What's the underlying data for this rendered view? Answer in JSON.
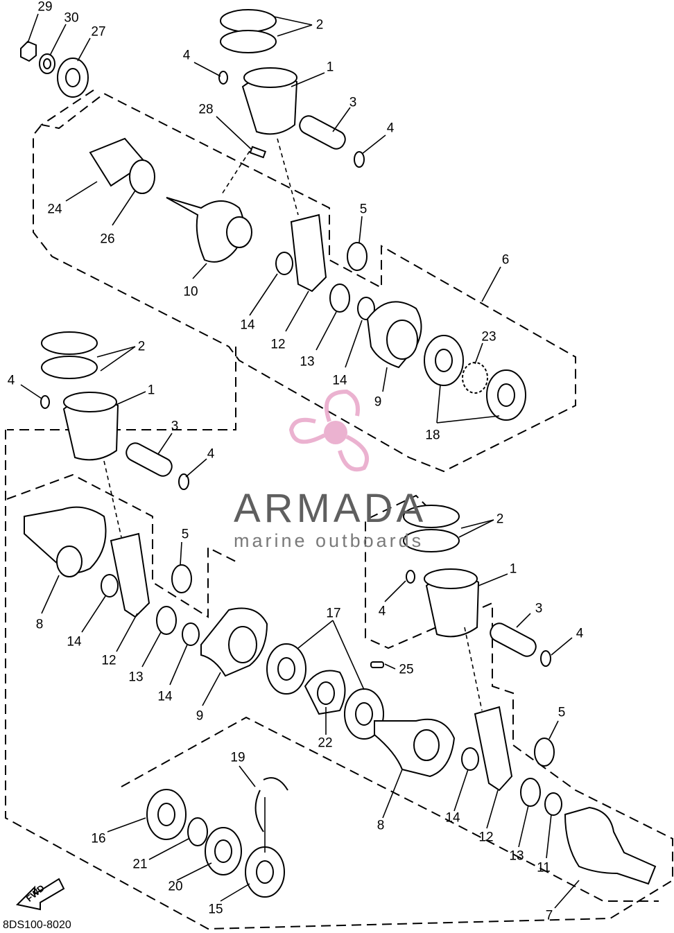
{
  "diagram": {
    "drawing_code": "8DS100-8020",
    "fwd_label": "FWD",
    "labels": [
      {
        "id": "29",
        "text": "29"
      },
      {
        "id": "30",
        "text": "30"
      },
      {
        "id": "27",
        "text": "27"
      },
      {
        "id": "2a",
        "text": "2"
      },
      {
        "id": "4a",
        "text": "4"
      },
      {
        "id": "1a",
        "text": "1"
      },
      {
        "id": "28",
        "text": "28"
      },
      {
        "id": "3a",
        "text": "3"
      },
      {
        "id": "4b",
        "text": "4"
      },
      {
        "id": "24",
        "text": "24"
      },
      {
        "id": "26",
        "text": "26"
      },
      {
        "id": "5a",
        "text": "5"
      },
      {
        "id": "6",
        "text": "6"
      },
      {
        "id": "10",
        "text": "10"
      },
      {
        "id": "14a",
        "text": "14"
      },
      {
        "id": "12a",
        "text": "12"
      },
      {
        "id": "13a",
        "text": "13"
      },
      {
        "id": "23",
        "text": "23"
      },
      {
        "id": "14b",
        "text": "14"
      },
      {
        "id": "9a",
        "text": "9"
      },
      {
        "id": "18",
        "text": "18"
      },
      {
        "id": "2b",
        "text": "2"
      },
      {
        "id": "4c",
        "text": "4"
      },
      {
        "id": "1b",
        "text": "1"
      },
      {
        "id": "3b",
        "text": "3"
      },
      {
        "id": "4d",
        "text": "4"
      },
      {
        "id": "5b",
        "text": "5"
      },
      {
        "id": "8a",
        "text": "8"
      },
      {
        "id": "14c",
        "text": "14"
      },
      {
        "id": "12b",
        "text": "12"
      },
      {
        "id": "13b",
        "text": "13"
      },
      {
        "id": "14d",
        "text": "14"
      },
      {
        "id": "9b",
        "text": "9"
      },
      {
        "id": "17",
        "text": "17"
      },
      {
        "id": "25",
        "text": "25"
      },
      {
        "id": "22",
        "text": "22"
      },
      {
        "id": "2c",
        "text": "2"
      },
      {
        "id": "1c",
        "text": "1"
      },
      {
        "id": "4e",
        "text": "4"
      },
      {
        "id": "3c",
        "text": "3"
      },
      {
        "id": "4f",
        "text": "4"
      },
      {
        "id": "5c",
        "text": "5"
      },
      {
        "id": "19",
        "text": "19"
      },
      {
        "id": "16",
        "text": "16"
      },
      {
        "id": "21",
        "text": "21"
      },
      {
        "id": "20",
        "text": "20"
      },
      {
        "id": "15",
        "text": "15"
      },
      {
        "id": "8b",
        "text": "8"
      },
      {
        "id": "14e",
        "text": "14"
      },
      {
        "id": "12c",
        "text": "12"
      },
      {
        "id": "13c",
        "text": "13"
      },
      {
        "id": "11",
        "text": "11"
      },
      {
        "id": "7",
        "text": "7"
      }
    ]
  },
  "watermark": {
    "brand": "ARMADA",
    "tagline": "marine outboards",
    "colors": {
      "pink": "#e8a5c8",
      "gray": "#6a6a6a"
    }
  }
}
